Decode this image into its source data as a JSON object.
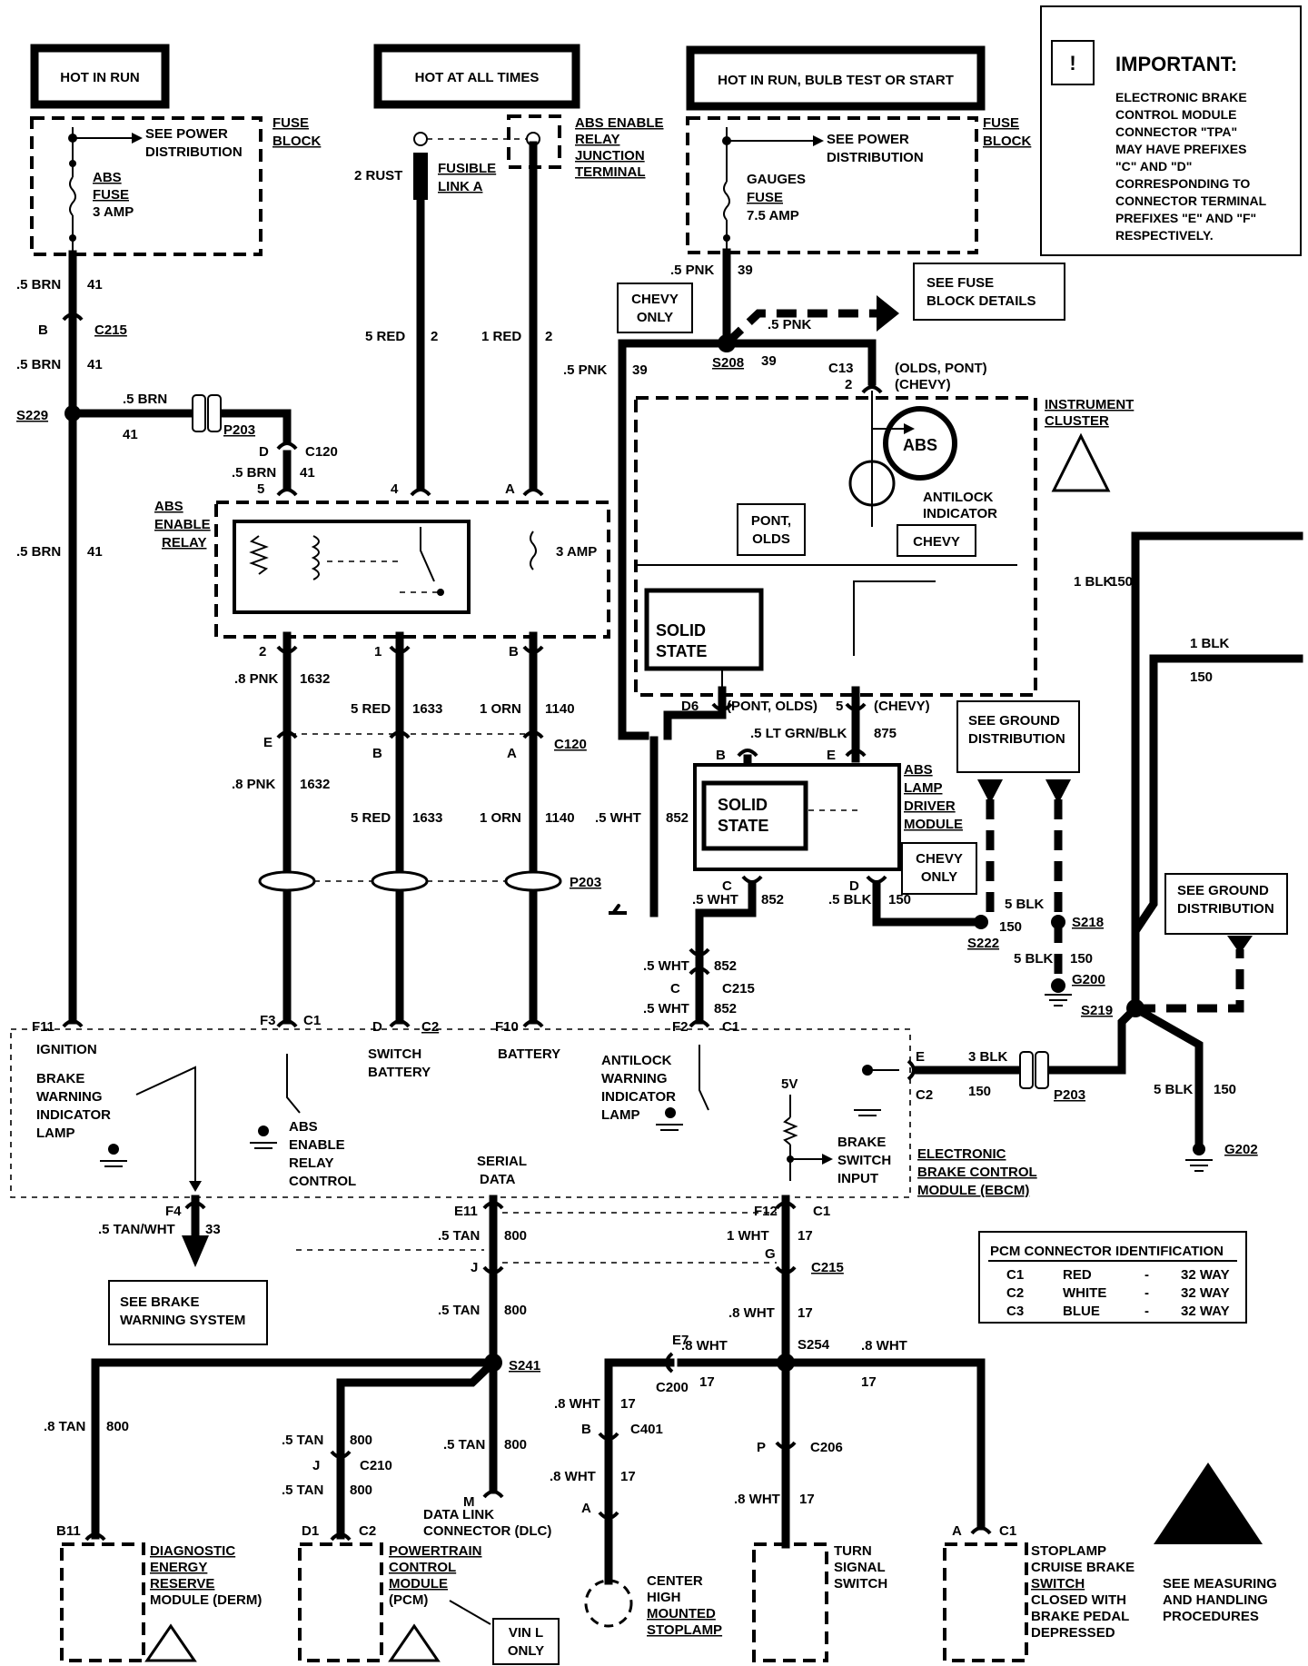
{
  "headers": {
    "hot_in_run": "HOT IN RUN",
    "hot_at_all_times": "HOT AT ALL TIMES",
    "hot_in_run_bulb": "HOT IN RUN, BULB TEST OR START"
  },
  "important": {
    "title": "IMPORTANT:",
    "lines": [
      "ELECTRONIC BRAKE",
      "CONTROL MODULE",
      "CONNECTOR \"TPA\"",
      "MAY HAVE PREFIXES",
      "\"C\" AND \"D\"",
      "CORRESPONDING TO",
      "CONNECTOR TERMINAL",
      "PREFIXES \"E\" AND \"F\"",
      "RESPECTIVELY."
    ]
  },
  "fuse_block": {
    "label1": "FUSE",
    "label2": "BLOCK",
    "see_power1": "SEE POWER",
    "see_power2": "DISTRIBUTION",
    "abs_fuse": [
      "ABS",
      "FUSE",
      "3 AMP"
    ],
    "gauges_fuse": [
      "GAUGES",
      "FUSE",
      "7.5 AMP"
    ]
  },
  "relay_junction": [
    "ABS ENABLE",
    "RELAY",
    "JUNCTION",
    "TERMINAL"
  ],
  "fusible_link": [
    "FUSIBLE",
    "LINK A"
  ],
  "wires": {
    "brn_05": ".5 BRN",
    "c41": "41",
    "red_5": "5 RED",
    "red_1": "1 RED",
    "c2": "2",
    "rust_2": "2 RUST",
    "pnk_05": ".5 PNK",
    "c39": "39",
    "pnk_8": ".8 PNK",
    "c1632": "1632",
    "c1633": "1633",
    "orn_1": "1 ORN",
    "c1140": "1140",
    "wht_05": ".5 WHT",
    "c852": "852",
    "lfgrnblk": ".5 LT GRN/BLK",
    "c875": "875",
    "blk_05": ".5 BLK",
    "c150": "150",
    "blk_1": "1 BLK",
    "blk_3": "3 BLK",
    "blk_5": "5 BLK",
    "tanwht": ".5 TAN/WHT",
    "c33": "33",
    "tan_05": ".5 TAN",
    "c800": "800",
    "tan_8": ".8 TAN",
    "wht_1": "1 WHT",
    "c17": "17",
    "wht_8": ".8 WHT"
  },
  "connectors": {
    "b": "B",
    "c215": "C215",
    "s229": "S229",
    "p203": "P203",
    "d": "D",
    "c120": "C120",
    "n5": "5",
    "n4": "4",
    "a": "A",
    "n2": "2",
    "n1": "1",
    "e": "E",
    "s208": "S208",
    "c13": "C13",
    "olds_pont": "(OLDS, PONT)",
    "chevy_p": "(CHEVY)",
    "d6": "D6",
    "pont_olds": "(PONT, OLDS)",
    "c": "C",
    "s222": "S222",
    "s218": "S218",
    "g200": "G200",
    "s219": "S219",
    "g202": "G202",
    "f11": "F11",
    "f3": "F3",
    "c1": "C1",
    "c2c": "C2",
    "f10": "F10",
    "f2": "F2",
    "f4": "F4",
    "e11": "E11",
    "f12": "F12",
    "j": "J",
    "g": "G",
    "s241": "S241",
    "s254": "S254",
    "e7": "E7",
    "c200": "C200",
    "c401": "C401",
    "c206": "C206",
    "p": "P",
    "c210": "C210",
    "m": "M",
    "b11": "B11",
    "d1": "D1",
    "c2b": "C2",
    "a2": "A",
    "c1b": "C1"
  },
  "labels": {
    "chevy_only": [
      "CHEVY",
      "ONLY"
    ],
    "see_fuse": [
      "SEE FUSE",
      "BLOCK DETAILS"
    ],
    "instrument": [
      "INSTRUMENT",
      "CLUSTER"
    ],
    "abs": "ABS",
    "antilock": [
      "ANTILOCK",
      "INDICATOR"
    ],
    "pont_olds_box": [
      "PONT,",
      "OLDS"
    ],
    "chevy": "CHEVY",
    "solid_state": [
      "SOLID",
      "STATE"
    ],
    "abs_enable_relay": [
      "ABS",
      "ENABLE",
      "RELAY"
    ],
    "amp3": "3 AMP",
    "abs_lamp_driver": [
      "ABS",
      "LAMP",
      "DRIVER",
      "MODULE"
    ],
    "see_ground": [
      "SEE GROUND",
      "DISTRIBUTION"
    ],
    "ebcm_ign": "IGNITION",
    "switch_battery": [
      "SWITCH",
      "BATTERY"
    ],
    "battery": "BATTERY",
    "brake_warning": [
      "BRAKE",
      "WARNING",
      "INDICATOR",
      "LAMP"
    ],
    "abs_enable_ctrl": [
      "ABS",
      "ENABLE",
      "RELAY",
      "CONTROL"
    ],
    "serial_data": [
      "SERIAL",
      "DATA"
    ],
    "antilock_lamp": [
      "ANTILOCK",
      "WARNING",
      "INDICATOR",
      "LAMP"
    ],
    "v5": "5V",
    "brake_switch": [
      "BRAKE",
      "SWITCH",
      "INPUT"
    ],
    "ebcm": [
      "ELECTRONIC",
      "BRAKE CONTROL",
      "MODULE (EBCM)"
    ],
    "see_brake": [
      "SEE BRAKE",
      "WARNING SYSTEM"
    ],
    "pcm_id": {
      "title": "PCM CONNECTOR IDENTIFICATION",
      "rows": [
        [
          "C1",
          "RED",
          "32 WAY"
        ],
        [
          "C2",
          "WHITE",
          "32 WAY"
        ],
        [
          "C3",
          "BLUE",
          "32 WAY"
        ]
      ],
      "dash": "-"
    },
    "derm": [
      "DIAGNOSTIC",
      "ENERGY",
      "RESERVE",
      "MODULE (DERM)"
    ],
    "pcm": [
      "POWERTRAIN",
      "CONTROL",
      "MODULE",
      "(PCM)"
    ],
    "dlc": [
      "DATA LINK",
      "CONNECTOR (DLC)"
    ],
    "vin": [
      "VIN L",
      "ONLY"
    ],
    "chmsl": [
      "CENTER",
      "HIGH",
      "MOUNTED",
      "STOPLAMP"
    ],
    "turn": [
      "TURN",
      "SIGNAL",
      "SWITCH"
    ],
    "stoplamp": [
      "STOPLAMP",
      "CRUISE BRAKE",
      "SWITCH",
      "CLOSED WITH",
      "BRAKE PEDAL",
      "DEPRESSED"
    ],
    "measuring": [
      "SEE MEASURING",
      "AND HANDLING",
      "PROCEDURES"
    ]
  }
}
